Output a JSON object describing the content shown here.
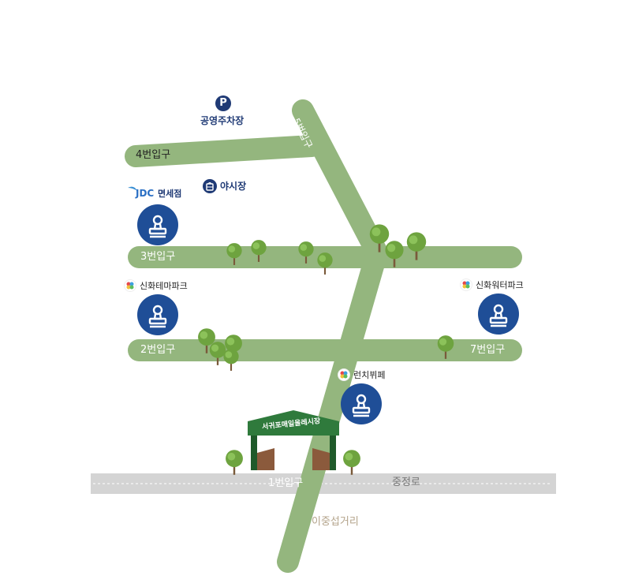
{
  "roads": {
    "entrance_1": "1번입구",
    "entrance_2": "2번입구",
    "entrance_3": "3번입구",
    "entrance_4": "4번입구",
    "entrance_5": "5번입구",
    "entrance_7": "7번입구",
    "main_road": "중정로",
    "crossroad": "이중섭거리"
  },
  "gate": {
    "sign": "서귀포매일올레시장",
    "entry": "입구"
  },
  "pois": {
    "parking": "공영주차장",
    "parking_symbol": "P",
    "night_market": "야시장",
    "duty_free_brand": "JDC",
    "duty_free": "면세점",
    "theme_park": "신화테마파크",
    "water_park": "신화워터파크",
    "lunch_buffet": "런치뷔페"
  },
  "icons": {
    "stamp": "stamp-icon",
    "tree": "tree-icon",
    "parking": "parking-icon",
    "market": "market-bag-icon",
    "jdc": "jdc-logo-icon",
    "shinhwa": "shinhwa-world-logo-icon"
  },
  "colors": {
    "road": "#94b67e",
    "main_road": "#d4d4d4",
    "stamp": "#1f4e97",
    "poi_text": "#1f3a75",
    "gate_sign": "#2f7a3c",
    "tree": "#6ea33f",
    "crossroad_text": "#b3a38a"
  }
}
